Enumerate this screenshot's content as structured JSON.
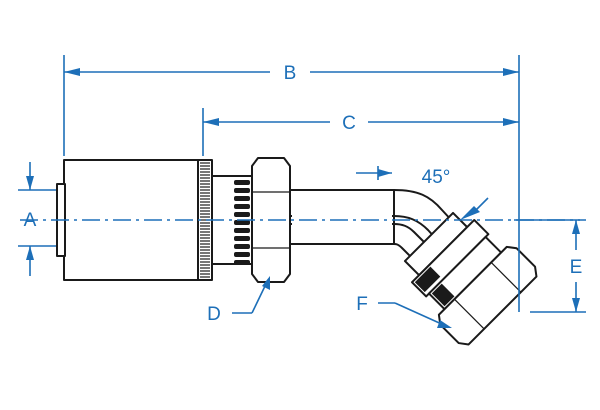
{
  "labels": {
    "a": "A",
    "b": "B",
    "c": "C",
    "d": "D",
    "e": "E",
    "f": "F",
    "angle": "45°"
  },
  "colors": {
    "dimension": "#1d6fb8",
    "outline": "#1a1a1a",
    "background": "#ffffff"
  }
}
